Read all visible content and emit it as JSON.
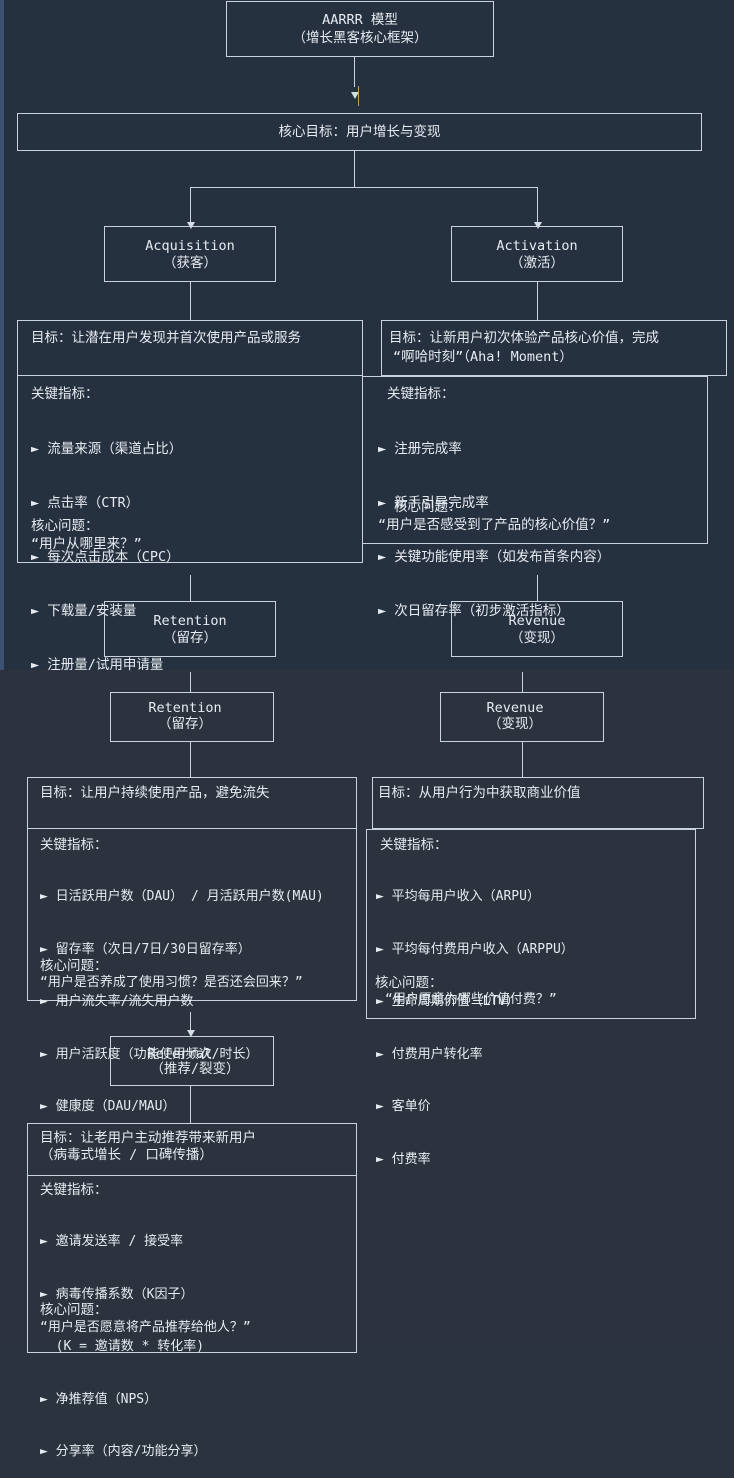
{
  "root": {
    "title": "AARRR 模型",
    "subtitle": "（增长黑客核心框架）"
  },
  "goal": "核心目标：用户增长与变现",
  "stages": {
    "acquisition": {
      "name": "Acquisition",
      "cn": "（获客）"
    },
    "activation": {
      "name": "Activation",
      "cn": "（激活）"
    },
    "retention": {
      "name": "Retention",
      "cn": "（留存）"
    },
    "revenue": {
      "name": "Revenue",
      "cn": "（变现）"
    },
    "referral": {
      "name": "Referral",
      "cn": "（推荐/裂变）"
    }
  },
  "acq_detail": {
    "goal": "目标：让潜在用户发现并首次使用产品或服务",
    "kpi_title": "关键指标：",
    "kpis": [
      "► 流量来源（渠道占比）",
      "► 点击率（CTR）",
      "► 每次点击成本（CPC）",
      "► 下载量/安装量",
      "► 注册量/试用申请量"
    ],
    "q_title": "核心问题：",
    "question": "“用户从哪里来？”"
  },
  "act_detail": {
    "goal1": "目标：让新用户初次体验产品核心价值，完成",
    "goal2": "“啊哈时刻”（Aha! Moment）",
    "kpi_title": "关键指标：",
    "kpis": [
      "► 注册完成率",
      "► 新手引导完成率",
      "► 关键功能使用率（如发布首条内容）",
      "► 次日留存率（初步激活指标）"
    ],
    "q_title": "核心问题：",
    "question": "“用户是否感受到了产品的核心价值？”"
  },
  "ret_detail": {
    "goal": "目标：让用户持续使用产品，避免流失",
    "kpi_title": "关键指标：",
    "kpis": [
      "► 日活跃用户数（DAU） / 月活跃用户数(MAU)",
      "► 留存率（次日/7日/30日留存率）",
      "► 用户流失率/流失用户数",
      "► 用户活跃度（功能使用频次/时长）",
      "► 健康度（DAU/MAU）"
    ],
    "q_title": "核心问题：",
    "question": "“用户是否养成了使用习惯？是否还会回来？”"
  },
  "rev_detail": {
    "goal": "目标：从用户行为中获取商业价值",
    "kpi_title": "关键指标：",
    "kpis": [
      "► 平均每用户收入（ARPU）",
      "► 平均每付费用户收入（ARPPU）",
      "► 生命周期价值（LTV）",
      "► 付费用户转化率",
      "► 客单价",
      "► 付费率"
    ],
    "q_title": "核心问题：",
    "question": "“用户愿意为哪些价值付费？”"
  },
  "ref_detail": {
    "goal1": "目标：让老用户主动推荐带来新用户",
    "goal2": "（病毒式增长 / 口碑传播）",
    "kpi_title": "关键指标：",
    "kpis": [
      "► 邀请发送率 / 接受率",
      "► 病毒传播系数（K因子）",
      "  (K = 邀请数 * 转化率)",
      "► 净推荐值（NPS）",
      "► 分享率（内容/功能分享）"
    ],
    "q_title": "核心问题：",
    "question": "“用户是否愿意将产品推荐给他人？”"
  }
}
